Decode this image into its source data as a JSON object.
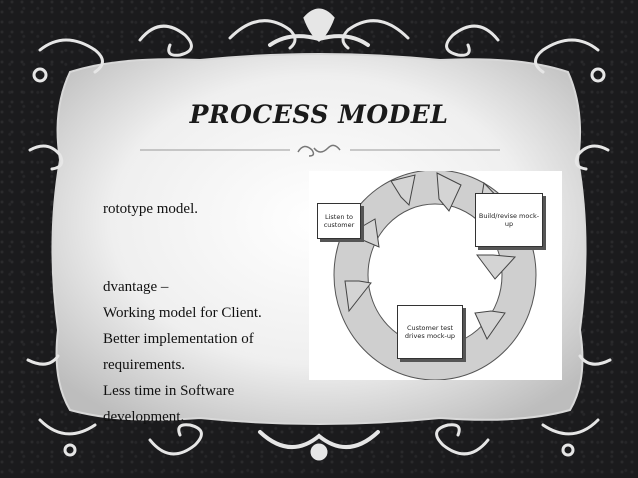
{
  "slide": {
    "title": "PROCESS MODEL",
    "bullets": [
      "rototype model.",
      "dvantage –",
      "Working model for Client.",
      "Better implementation of",
      "requirements.",
      "Less time in Software",
      "development."
    ]
  },
  "diagram": {
    "boxes": {
      "listen": "Listen to customer",
      "build": "Build/revise mock-up",
      "test": "Customer test drives mock-up"
    }
  },
  "colors": {
    "background": "#1d1d1f",
    "panel": "#efefef",
    "ornament": "#e6e6e6"
  },
  "icons": {
    "ornament": "scroll-flourish-icon",
    "divider": "swirl-divider-icon"
  }
}
